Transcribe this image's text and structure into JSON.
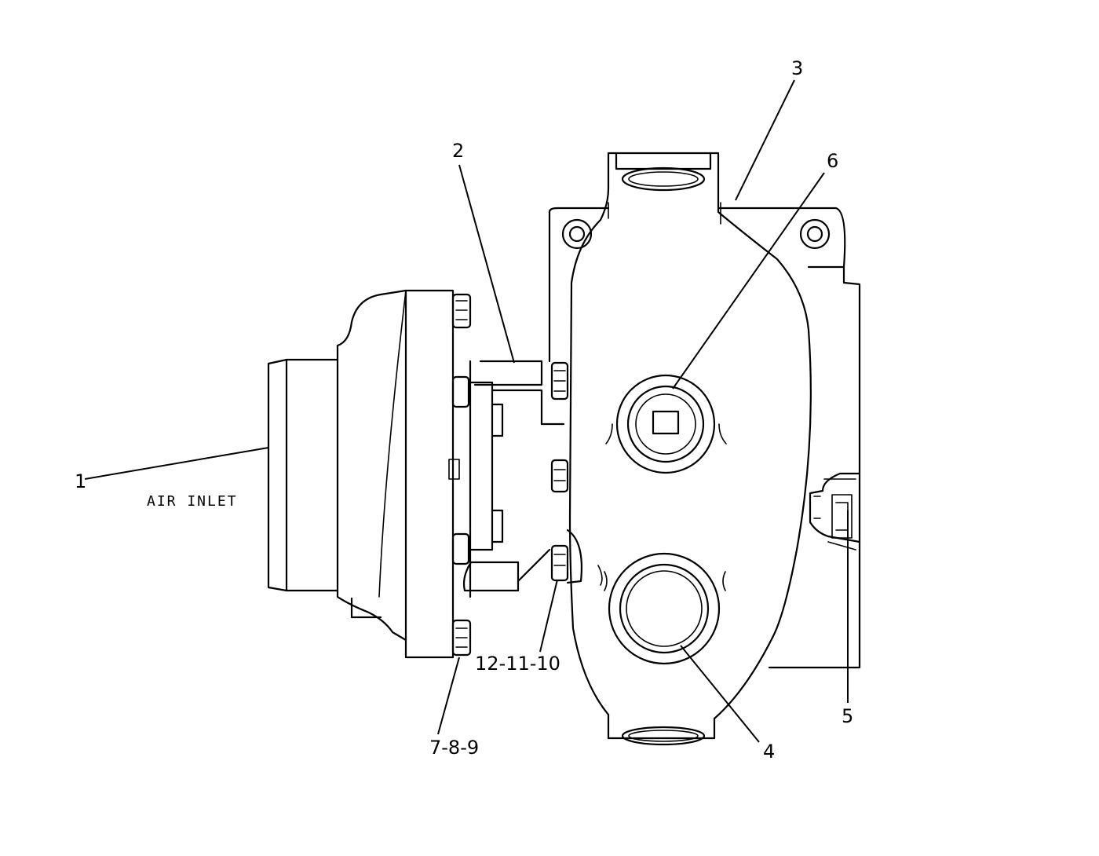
{
  "diagram": {
    "callouts": {
      "c1": "1",
      "c2": "2",
      "c3": "3",
      "c4": "4",
      "c5": "5",
      "c6": "6",
      "c7": "7-8-9",
      "c10": "12-11-10"
    },
    "caption": "AIR INLET"
  }
}
